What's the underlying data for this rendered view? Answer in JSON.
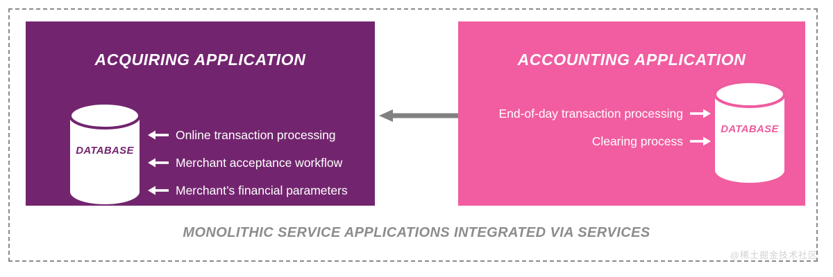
{
  "diagram": {
    "caption": "MONOLITHIC SERVICE APPLICATIONS INTEGRATED VIA SERVICES",
    "watermark": "@稀土掘金技术社区",
    "colors": {
      "acquiring_panel": "#72256E",
      "accounting_panel": "#F15DA0",
      "connector_arrow": "#808080",
      "caption_text": "#8C8C8C",
      "frame_border": "#8A8A8A",
      "panel_text": "#FFFFFF"
    },
    "left_panel": {
      "title": "ACQUIRING APPLICATION",
      "database_label": "DATABASE",
      "bullets": [
        {
          "label": "Online transaction processing",
          "arrow": "arrow-left-icon"
        },
        {
          "label": "Merchant acceptance workflow",
          "arrow": "arrow-left-icon"
        },
        {
          "label": "Merchant’s financial parameters",
          "arrow": "arrow-left-icon"
        }
      ]
    },
    "right_panel": {
      "title": "ACCOUNTING APPLICATION",
      "database_label": "DATABASE",
      "bullets": [
        {
          "label": "End-of-day transaction processing",
          "arrow": "arrow-right-icon"
        },
        {
          "label": "Clearing process",
          "arrow": "arrow-right-icon"
        }
      ]
    },
    "connector": {
      "direction": "left",
      "icon": "arrow-left-icon"
    }
  }
}
